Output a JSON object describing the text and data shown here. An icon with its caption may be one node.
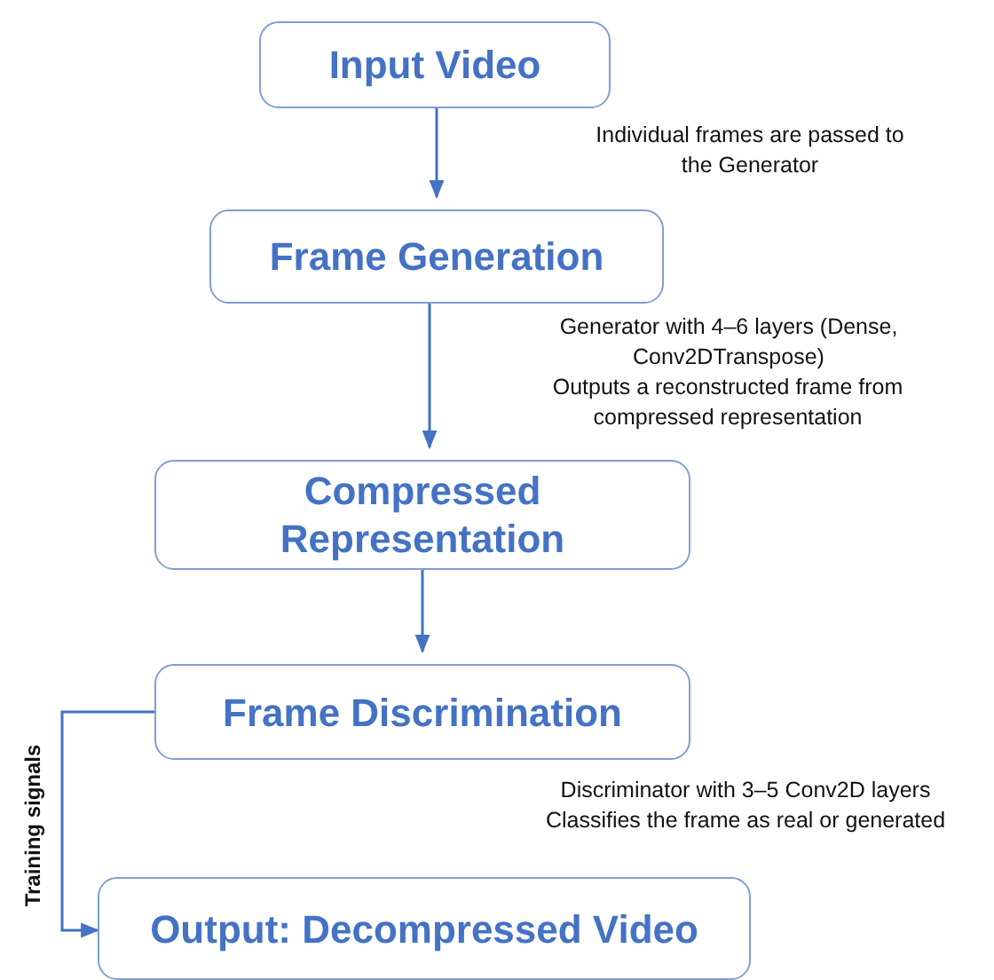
{
  "diagram": {
    "nodes": [
      {
        "text": [
          "Input Video"
        ]
      },
      {
        "text": [
          "Frame Generation"
        ]
      },
      {
        "text": [
          "Compressed Representation"
        ]
      },
      {
        "text": [
          "Frame Discrimination"
        ]
      },
      {
        "text": [
          "Output: Decompressed Video"
        ]
      }
    ],
    "edges": [
      {
        "from": 0,
        "to": 1,
        "arrow": "to"
      },
      {
        "from": 1,
        "to": 2,
        "arrow": "to"
      },
      {
        "from": 2,
        "to": 3,
        "arrow": "to"
      },
      {
        "from": 3,
        "to": 4,
        "arrow": "to",
        "label": "Training signals"
      }
    ],
    "labels": [
      "Individual frames are passed to the Generator",
      "Generator with 4–6 layers (Dense, Conv2DTranspose)",
      "Outputs a reconstructed frame from compressed representation",
      "Discriminator with 3–5 Conv2D layers",
      "Classifies the frame as real or generated"
    ]
  }
}
